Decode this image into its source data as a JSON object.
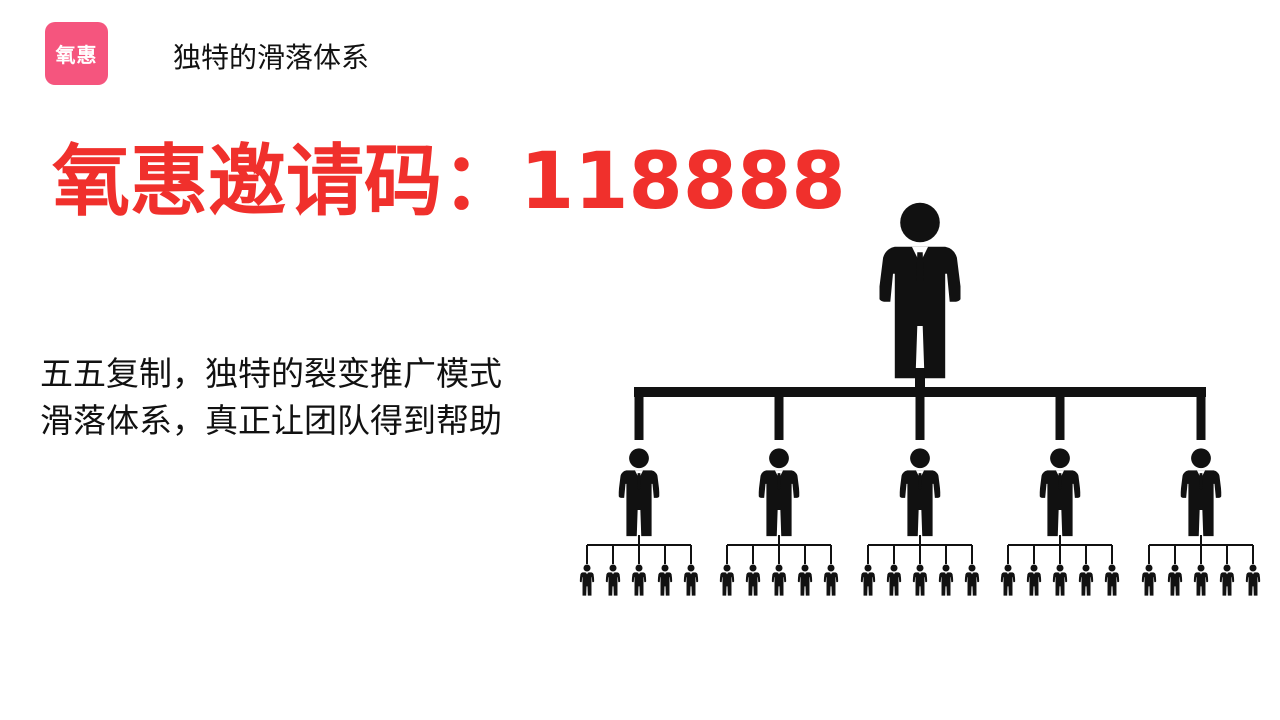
{
  "header": {
    "logo_text": "氧惠",
    "title": "独特的滑落体系"
  },
  "headline": {
    "text": "氧惠邀请码：118888",
    "color": "#f0302c"
  },
  "body": {
    "line1": "五五复制，独特的裂变推广模式",
    "line2": "滑落体系，真正让团队得到帮助"
  },
  "colors": {
    "logo_bg": "#f5557e",
    "figure": "#111111"
  },
  "org_chart": {
    "icon": "person-figure-icon",
    "branching": [
      1,
      5,
      25
    ]
  }
}
